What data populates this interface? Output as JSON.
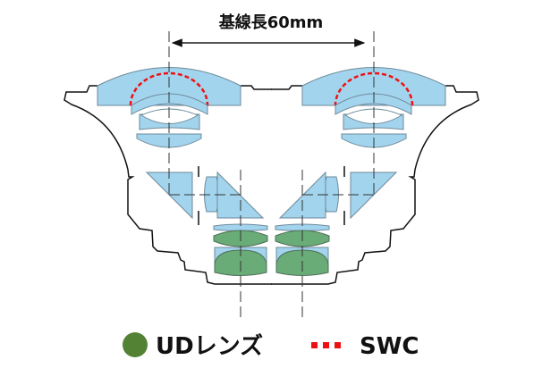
{
  "title": "基線長60mm",
  "legend": {
    "ud_label": "UDレンズ",
    "swc_label": "SWC"
  },
  "colors": {
    "ud_lens": "#548235",
    "swc": "#ee1111",
    "glass": "#a3d4ee",
    "ud_glass": "#6aac78"
  }
}
